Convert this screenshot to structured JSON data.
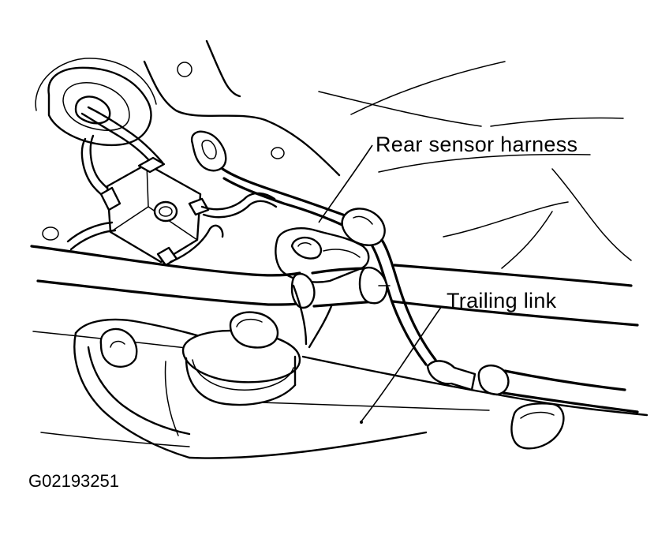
{
  "labels": {
    "rear_sensor_harness": "Rear sensor harness",
    "trailing_link": "Trailing link"
  },
  "figure_id": "G02193251",
  "colors": {
    "ink": "#000000",
    "background": "#ffffff"
  }
}
